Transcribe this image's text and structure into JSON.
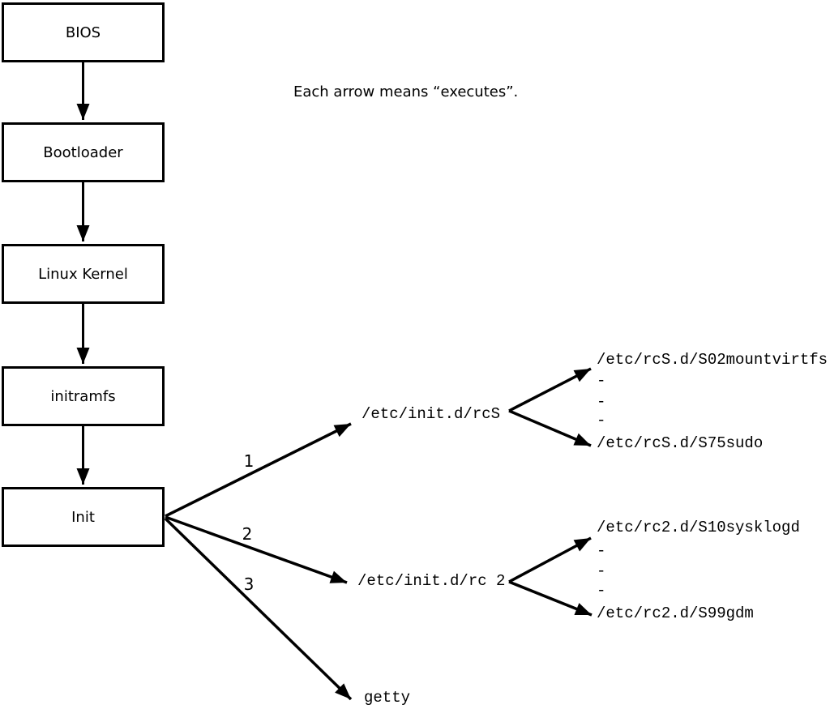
{
  "legend": "Each arrow means “executes”.",
  "chain": [
    {
      "label": "BIOS"
    },
    {
      "label": "Bootloader"
    },
    {
      "label": "Linux Kernel"
    },
    {
      "label": "initramfs"
    },
    {
      "label": "Init"
    }
  ],
  "branches": [
    {
      "order": "1",
      "target": "/etc/init.d/rcS",
      "children": [
        "/etc/rcS.d/S02mountvirtfs",
        "-",
        "-",
        "-",
        "/etc/rcS.d/S75sudo"
      ]
    },
    {
      "order": "2",
      "target": "/etc/init.d/rc 2",
      "children": [
        "/etc/rc2.d/S10sysklogd",
        "-",
        "-",
        "-",
        "/etc/rc2.d/S99gdm"
      ]
    },
    {
      "order": "3",
      "target": "getty",
      "children": []
    }
  ],
  "colors": {
    "line": "#000000",
    "background": "#ffffff",
    "box_fill": "#ffffff"
  }
}
